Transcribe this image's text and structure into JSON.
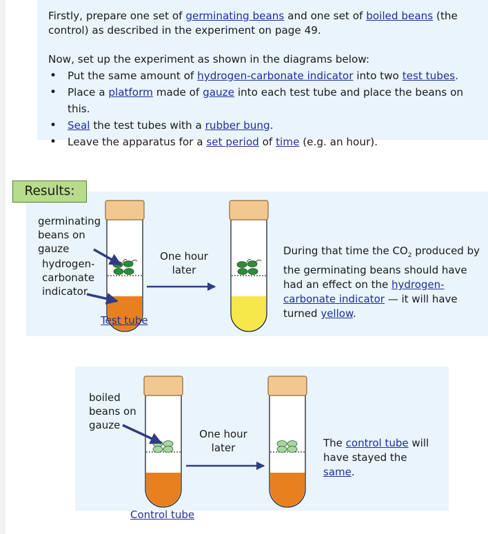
{
  "intro": {
    "p1": {
      "t1": "Firstly, prepare one set of ",
      "l1": "germinating beans",
      "t2": " and one set of ",
      "l2": "boiled beans",
      "t3": " (the control) as described in the experiment on page 49."
    },
    "p2": "Now, set up the experiment as shown in the diagrams below:",
    "steps": [
      {
        "t1": "Put the same amount of ",
        "l1": "hydrogen-carbonate indicator",
        "t2": " into two ",
        "l2": "test tubes",
        "t3": "."
      },
      {
        "t1": "Place a ",
        "l1": "platform",
        "t2": " made of ",
        "l2": "gauze",
        "t3": " into each test tube and place the beans on this."
      },
      {
        "t1": "",
        "l1": "Seal",
        "t2": " the test tubes with a ",
        "l2": "rubber bung",
        "t3": "."
      },
      {
        "t1": "Leave the apparatus for a ",
        "l1": "set period",
        "t2": " of ",
        "l2": "time",
        "t3": " (e.g. an hour)."
      }
    ]
  },
  "results": {
    "label": "Results:",
    "beans_label": [
      "germinating",
      "beans on",
      "gauze"
    ],
    "indicator_label": [
      "hydrogen-",
      "carbonate",
      "indicator"
    ],
    "arrow_label": [
      "One hour",
      "later"
    ],
    "tube_label": "Test tube",
    "desc": {
      "t1": "During that time the CO",
      "sub": "2",
      "t2": " produced by the germinating beans should have had an effect on the ",
      "l1": "hydrogen-carbonate indicator",
      "t3": " — it will have turned ",
      "l2": "yellow",
      "t4": "."
    }
  },
  "control": {
    "beans_label": [
      "boiled",
      "beans on",
      "gauze"
    ],
    "arrow_label": [
      "One hour",
      "later"
    ],
    "tube_label": "Control tube",
    "desc": {
      "t1": "The ",
      "l1": "control tube",
      "t2": " will have stayed the ",
      "l2": "same",
      "t3": "."
    }
  },
  "colors": {
    "panel": "#e9f4fc",
    "link": "#1f2e9b",
    "label_bg": "#b7dc8c",
    "bung": "#f2c890",
    "orange_liquid": "#e8801f",
    "yellow_liquid": "#f6e74a",
    "bean_dark": "#2f8a3a",
    "bean_pale": "#a9d6a0",
    "arrow": "#303b86"
  }
}
